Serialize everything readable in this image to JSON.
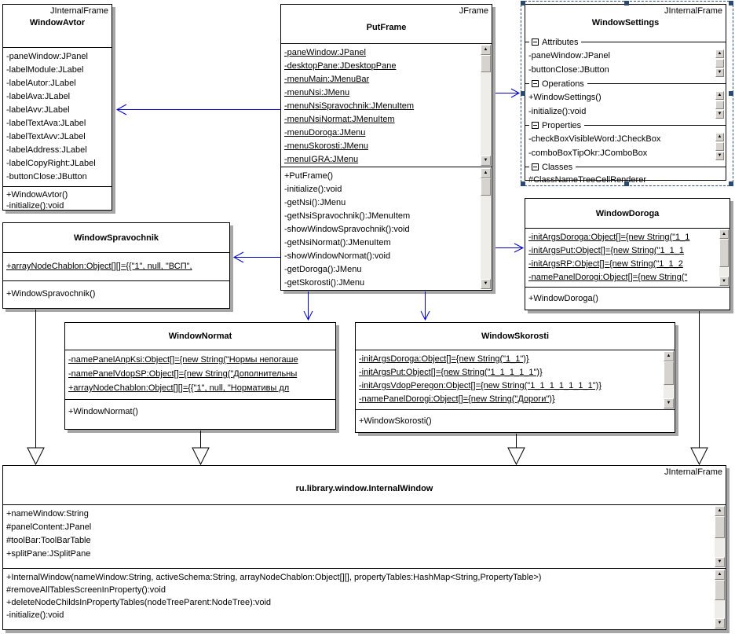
{
  "colors": {
    "association_arrow": "#0000cc",
    "generalization_line": "#000000",
    "selection_border": "#2a4a74",
    "box_border": "#000000",
    "box_shadow": "#a6a6a6"
  },
  "classes": {
    "avtor": {
      "stereotype": "JInternalFrame",
      "name": "WindowAvtor",
      "attributes": [
        "-paneWindow:JPanel",
        "-labelModule:JLabel",
        "-labelAutor:JLabel",
        "-labelAva:JLabel",
        "-labelAvv:JLabel",
        "-labelTextAva:JLabel",
        "-labelTextAvv:JLabel",
        "-labelAddress:JLabel",
        "-labelCopyRight:JLabel",
        "-buttonClose:JButton"
      ],
      "operations": [
        "+WindowAvtor()",
        "-initialize():void"
      ]
    },
    "putframe": {
      "stereotype": "JFrame",
      "name": "PutFrame",
      "attributes": [
        "-paneWindow:JPanel",
        "-desktopPane:JDesktopPane",
        "-menuMain:JMenuBar",
        "-menuNsi:JMenu",
        "-menuNsiSpravochnik:JMenuItem",
        "-menuNsiNormat:JMenuItem",
        "-menuDoroga:JMenu",
        "-menuSkorosti:JMenu",
        "-menuIGRA:JMenu"
      ],
      "operations": [
        "+PutFrame()",
        "-initialize():void",
        "-getNsi():JMenu",
        "-getNsiSpravochnik():JMenuItem",
        "-showWindowSpravochnik():void",
        "-getNsiNormat():JMenuItem",
        "-showWindowNormat():void",
        "-getDoroga():JMenu",
        "-getSkorosti():JMenu"
      ]
    },
    "settings": {
      "stereotype": "JInternalFrame",
      "name": "WindowSettings",
      "sections": {
        "attributes": {
          "label": "Attributes",
          "rows": [
            "-paneWindow:JPanel",
            "-buttonClose:JButton"
          ]
        },
        "operations": {
          "label": "Operations",
          "rows": [
            "+WindowSettings()",
            "-initialize():void"
          ]
        },
        "properties": {
          "label": "Properties",
          "rows": [
            "-checkBoxVisibleWord:JCheckBox",
            "-comboBoxTipOkr:JComboBox"
          ]
        },
        "classes": {
          "label": "Classes",
          "rows": [
            "#ClassNameTreeCellRenderer"
          ]
        }
      }
    },
    "spravochnik": {
      "name": "WindowSpravochnik",
      "attributes": [
        "+arrayNodeChablon:Object[][]={{\"1\", null, \"ВСП\","
      ],
      "operations": [
        "+WindowSpravochnik()"
      ]
    },
    "doroga": {
      "name": "WindowDoroga",
      "attributes": [
        "-initArgsDoroga:Object[]={new String(\"1_1",
        "-initArgsPut:Object[]={new String(\"1_1_1",
        "-initArgsRP:Object[]={new String(\"1_1_2",
        "-namePanelDorogi:Object[]={new String(\""
      ],
      "operations": [
        "+WindowDoroga()"
      ]
    },
    "normat": {
      "name": "WindowNormat",
      "attributes": [
        "-namePanelAnpKsi:Object[]={new String(\"Нормы непогаше",
        "-namePanelVdopSP:Object[]={new String(\"Дополнительны",
        "+arrayNodeChablon:Object[][]={{\"1\", null, \"Нормативы дл"
      ],
      "operations": [
        "+WindowNormat()"
      ]
    },
    "skorosti": {
      "name": "WindowSkorosti",
      "attributes": [
        "-initArgsDoroga:Object[]={new String(\"1_1\")}",
        "-initArgsPut:Object[]={new String(\"1_1_1_1_1\")}",
        "-initArgsVdopPeregon:Object[]={new String(\"1_1_1_1_1_1_1\")}",
        "-namePanelDorogi:Object[]={new String(\"Дороги\")}"
      ],
      "operations": [
        "+WindowSkorosti()"
      ]
    },
    "internal": {
      "stereotype": "JInternalFrame",
      "name": "ru.library.window.InternalWindow",
      "attributes": [
        "+nameWindow:String",
        "#panelContent:JPanel",
        "#toolBar:ToolBarTable",
        "+splitPane:JSplitPane"
      ],
      "operations": [
        "+InternalWindow(nameWindow:String, activeSchema:String, arrayNodeChablon:Object[][], propertyTables:HashMap<String,PropertyTable>)",
        "#removeAllTablesScreenInProperty():void",
        "+deleteNodeChildsInPropertyTables(nodeTreeParent:NodeTree):void",
        "-initialize():void"
      ]
    }
  }
}
